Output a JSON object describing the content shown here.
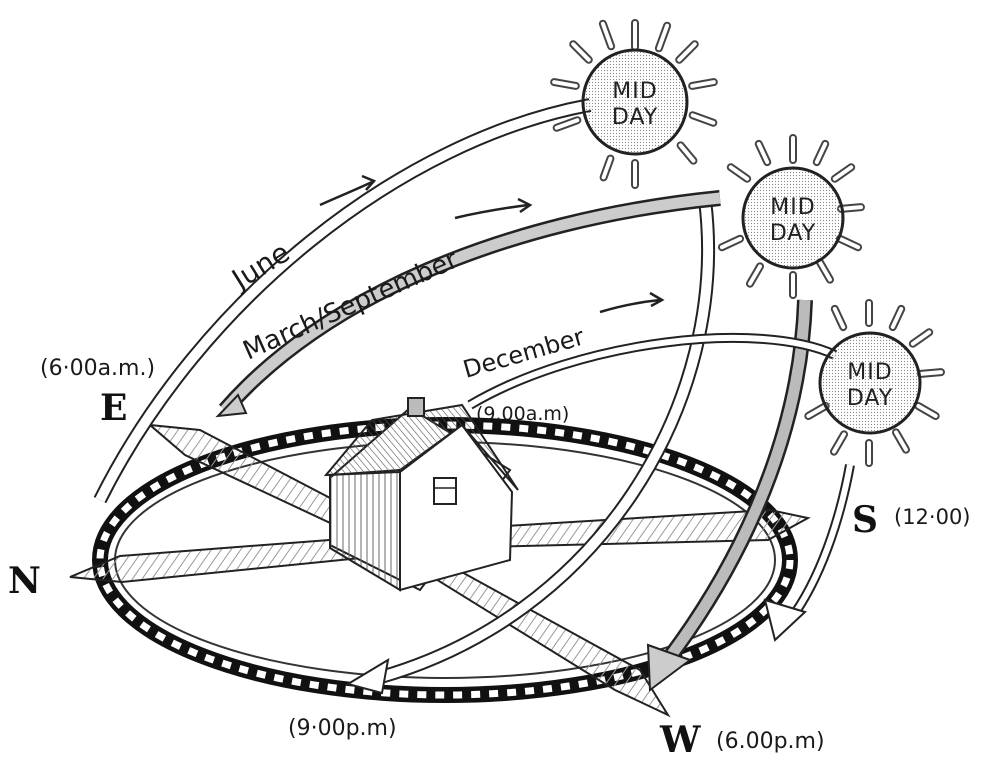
{
  "compass": {
    "east": "E",
    "north": "N",
    "south": "S",
    "west": "W"
  },
  "times": {
    "east_time": "(6·00a.m.)",
    "morning_time": "(9.00a.m)",
    "south_time": "(12·00)",
    "evening_time": "(9·00p.m)",
    "west_time": "(6.00p.m)"
  },
  "paths": {
    "june": "June",
    "march_september": "March/September",
    "december": "December"
  },
  "suns": [
    {
      "line1": "MID",
      "line2": "DAY"
    },
    {
      "line1": "MID",
      "line2": "DAY"
    },
    {
      "line1": "MID",
      "line2": "DAY"
    }
  ]
}
